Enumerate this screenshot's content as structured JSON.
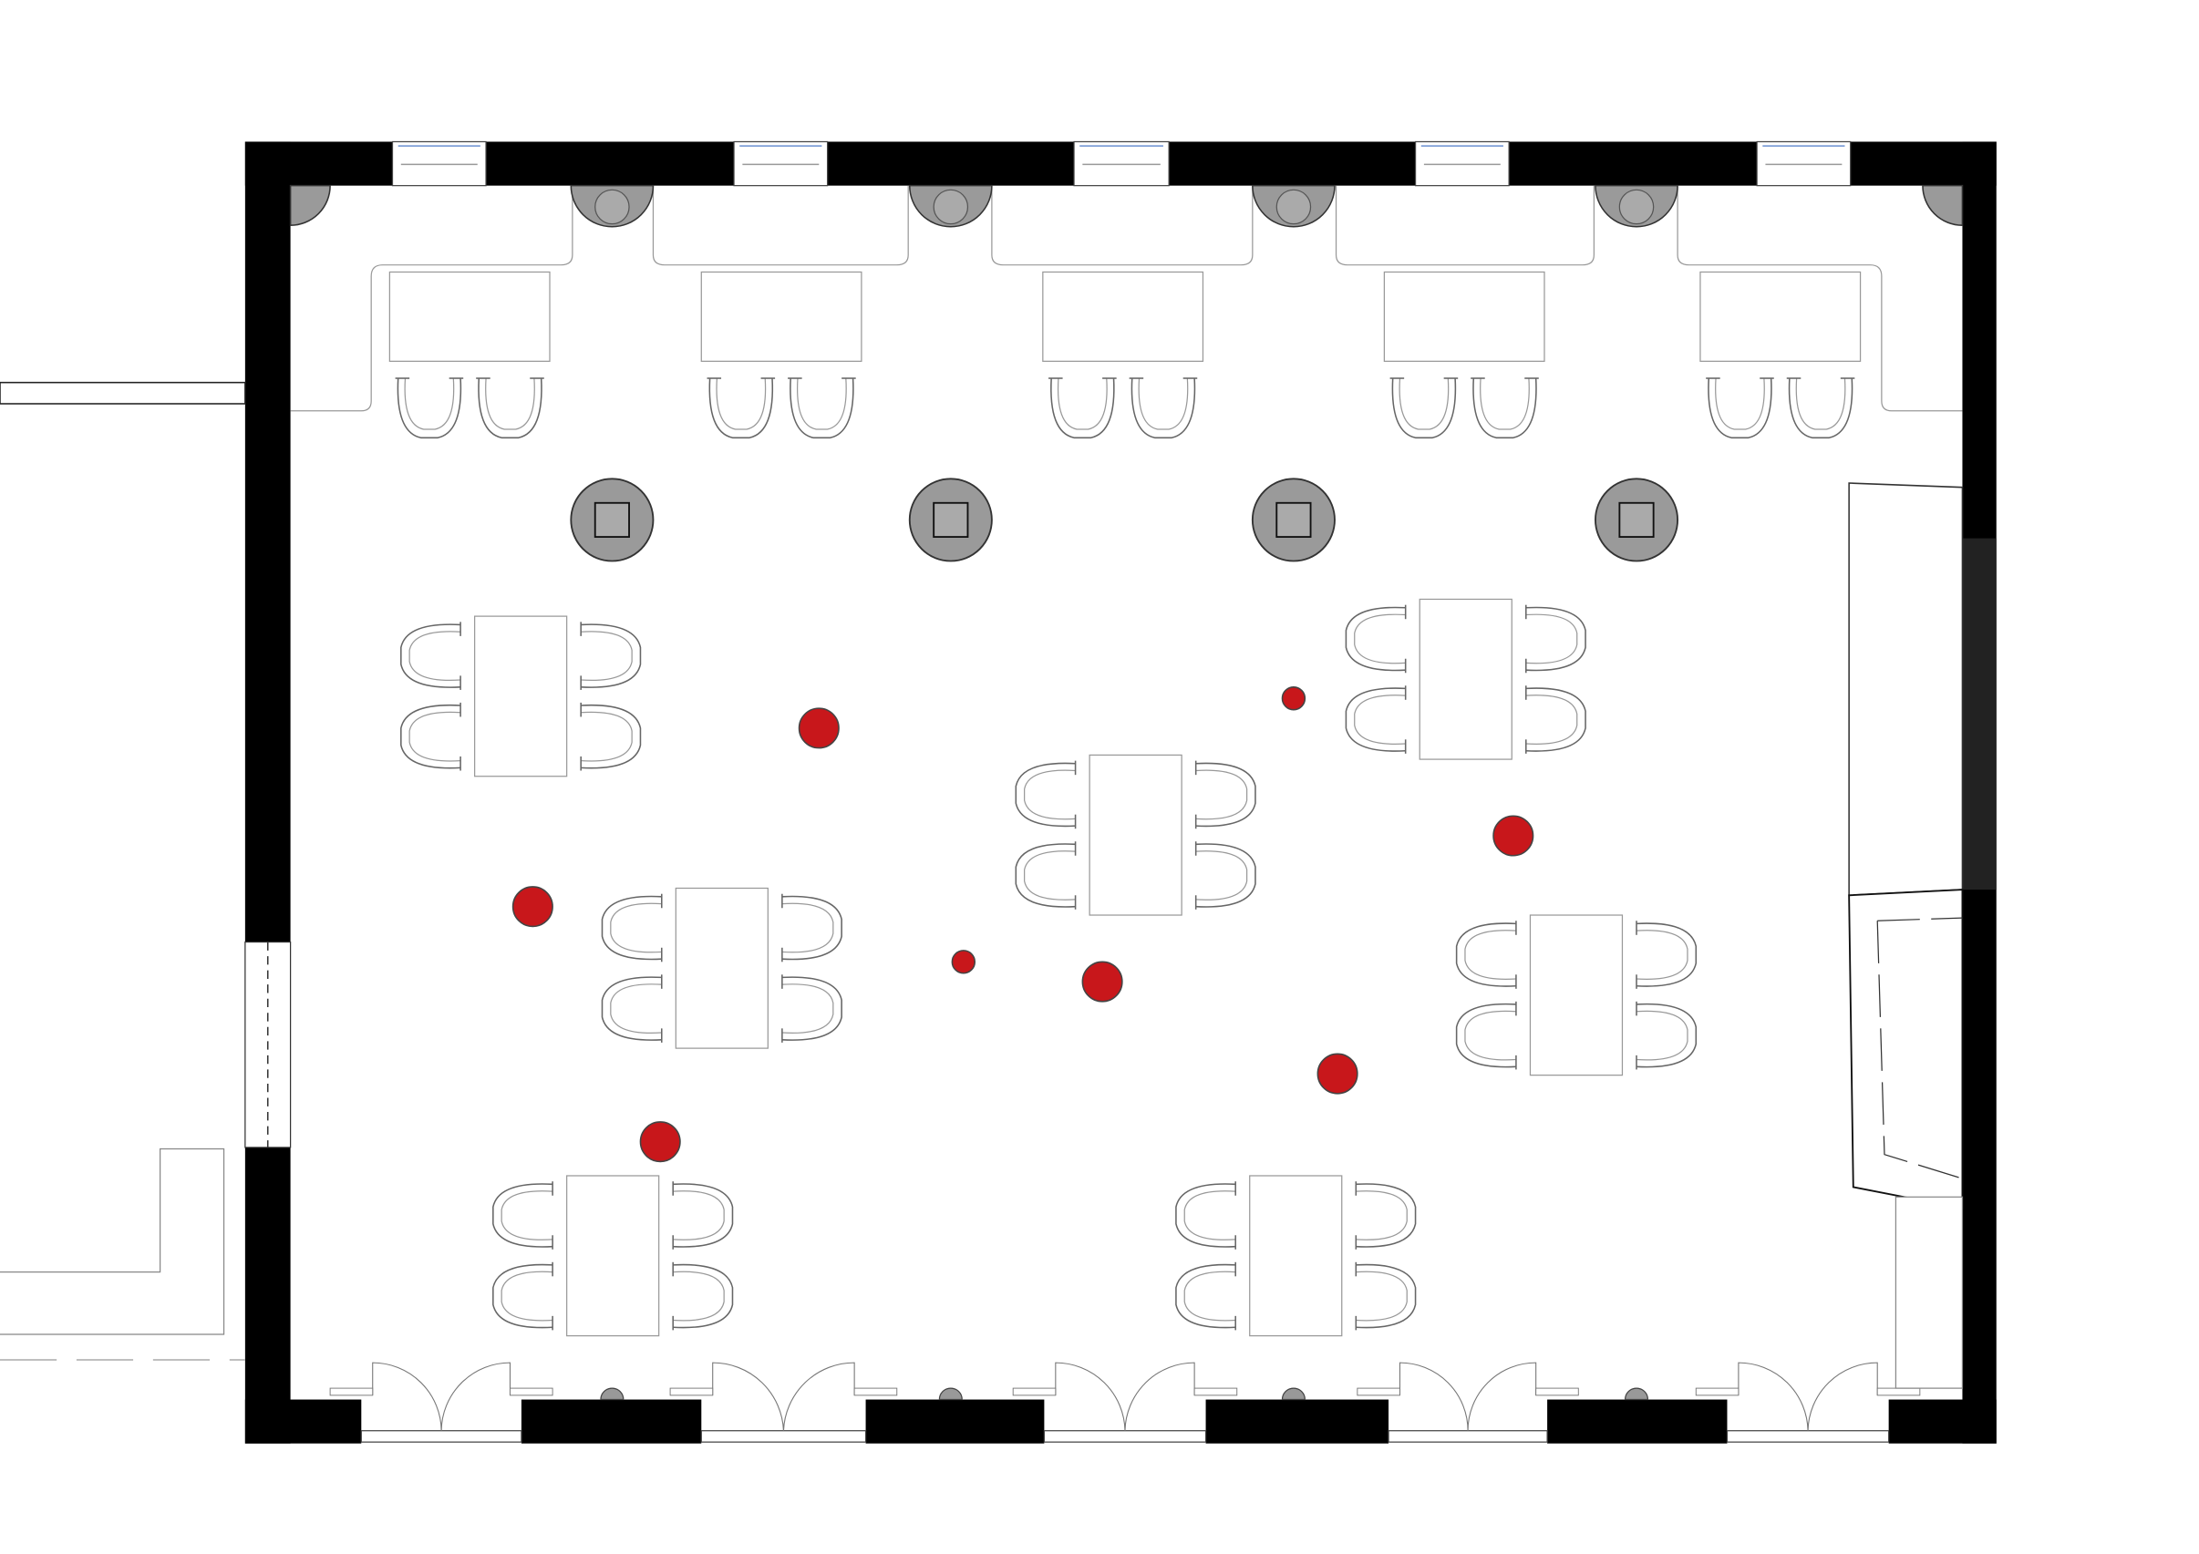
{
  "colors": {
    "wall": "#000000",
    "column_fill": "#9a9a9a",
    "marker": "#c8171b",
    "furniture_stroke": "#8a8a8a",
    "dark_panel": "#222222"
  },
  "legend": {
    "marker_icon": "red-dot-marker",
    "column_icon": "round-column",
    "chair_icon": "chair"
  }
}
